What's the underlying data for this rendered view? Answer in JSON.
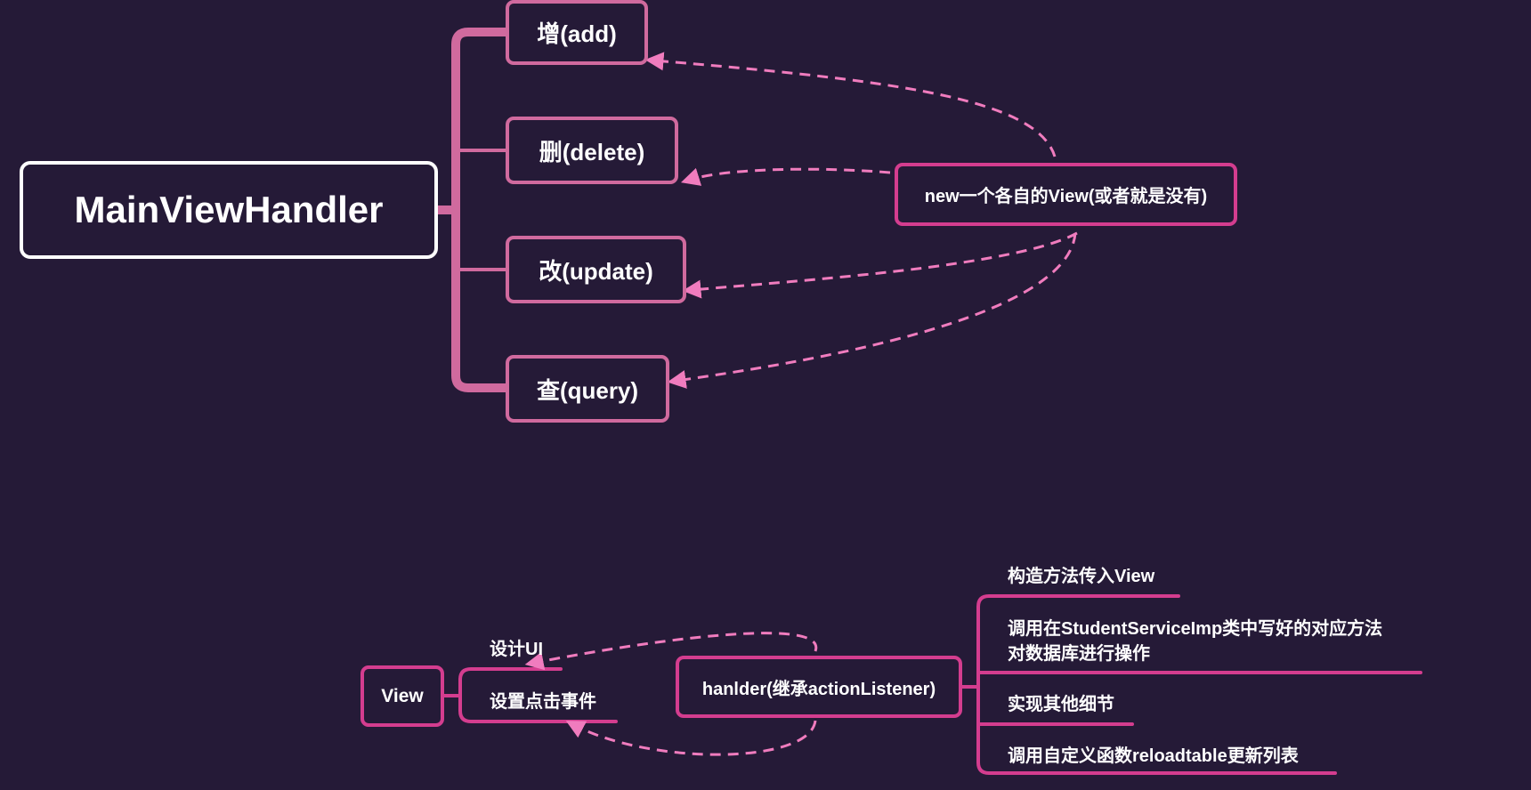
{
  "root": {
    "label": "MainViewHandler"
  },
  "branches": [
    {
      "label": "增(add)"
    },
    {
      "label": "删(delete)"
    },
    {
      "label": "改(update)"
    },
    {
      "label": "查(query)"
    }
  ],
  "note": {
    "label": "new一个各自的View(或者就是没有)"
  },
  "view": {
    "label": "View",
    "children": [
      "设计UI",
      "设置点击事件"
    ]
  },
  "handler": {
    "label": "hanlder(继承actionListener)",
    "children": [
      {
        "lines": [
          "构造方法传入View"
        ]
      },
      {
        "lines": [
          "调用在StudentServiceImp类中写好的对应方法",
          "对数据库进行操作"
        ]
      },
      {
        "lines": [
          "实现其他细节"
        ]
      },
      {
        "lines": [
          "调用自定义函数reloadtable更新列表"
        ]
      }
    ]
  },
  "colors": {
    "background": "#251a37",
    "branch": "#d06a9e",
    "accent": "#d43d8f",
    "dashed_arrow": "#f07cbe",
    "root_border": "#ffffff"
  }
}
